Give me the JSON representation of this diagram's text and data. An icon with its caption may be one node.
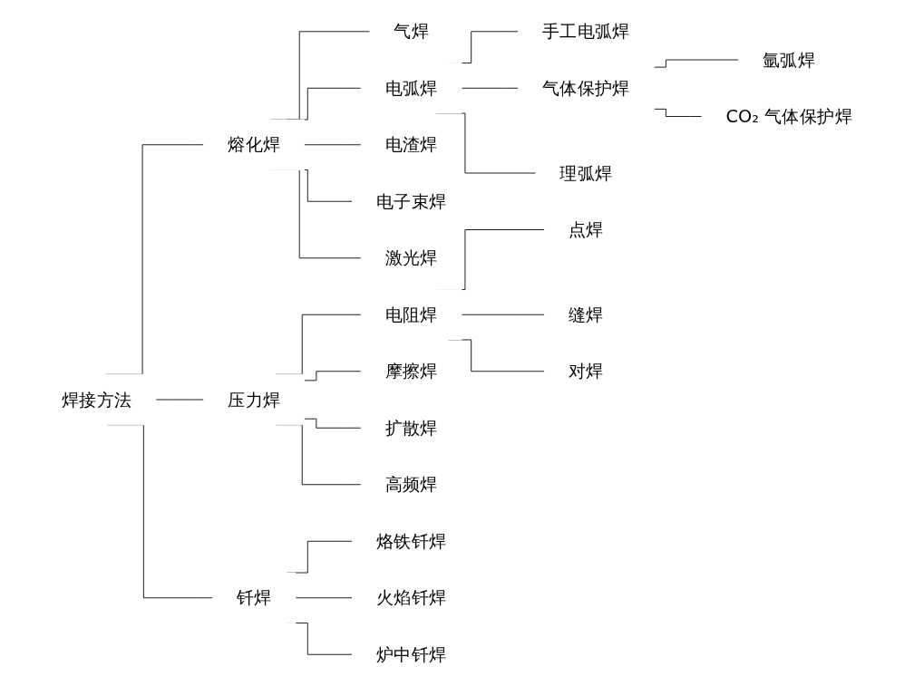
{
  "diagram": {
    "nodes": [
      {
        "text": [
          "焊接方法"
        ]
      },
      {
        "text": [
          "熔化焊"
        ]
      },
      {
        "text": [
          "气焊"
        ]
      },
      {
        "text": [
          "电弧焊"
        ]
      },
      {
        "text": [
          "手工电弧焊"
        ]
      },
      {
        "text": [
          "气体保护焊"
        ]
      },
      {
        "text": [
          "氩弧焊"
        ]
      },
      {
        "text": [
          "CO₂ 气体保护焊"
        ]
      },
      {
        "text": [
          "理弧焊"
        ]
      },
      {
        "text": [
          "电渣焊"
        ]
      },
      {
        "text": [
          "电子束焊"
        ]
      },
      {
        "text": [
          "激光焊"
        ]
      },
      {
        "text": [
          "压力焊"
        ]
      },
      {
        "text": [
          "电阻焊"
        ]
      },
      {
        "text": [
          "点焊"
        ]
      },
      {
        "text": [
          "缝焊"
        ]
      },
      {
        "text": [
          "对焊"
        ]
      },
      {
        "text": [
          "摩擦焊"
        ]
      },
      {
        "text": [
          "扩散焊"
        ]
      },
      {
        "text": [
          "高频焊"
        ]
      },
      {
        "text": [
          "钎焊"
        ]
      },
      {
        "text": [
          "烙铁钎焊"
        ]
      },
      {
        "text": [
          "火焰钎焊"
        ]
      },
      {
        "text": [
          "炉中钎焊"
        ]
      }
    ],
    "edges": [
      {
        "from": 0,
        "to": 1,
        "arrow": "none"
      },
      {
        "from": 1,
        "to": 2,
        "arrow": "none"
      },
      {
        "from": 1,
        "to": 3,
        "arrow": "none"
      },
      {
        "from": 3,
        "to": 4,
        "arrow": "none"
      },
      {
        "from": 3,
        "to": 5,
        "arrow": "none"
      },
      {
        "from": 5,
        "to": 6,
        "arrow": "none"
      },
      {
        "from": 5,
        "to": 7,
        "arrow": "none"
      },
      {
        "from": 3,
        "to": 8,
        "arrow": "none"
      },
      {
        "from": 1,
        "to": 9,
        "arrow": "none"
      },
      {
        "from": 1,
        "to": 10,
        "arrow": "none"
      },
      {
        "from": 1,
        "to": 11,
        "arrow": "none"
      },
      {
        "from": 0,
        "to": 12,
        "arrow": "none"
      },
      {
        "from": 12,
        "to": 13,
        "arrow": "none"
      },
      {
        "from": 13,
        "to": 14,
        "arrow": "none"
      },
      {
        "from": 13,
        "to": 15,
        "arrow": "none"
      },
      {
        "from": 13,
        "to": 16,
        "arrow": "none"
      },
      {
        "from": 12,
        "to": 17,
        "arrow": "none"
      },
      {
        "from": 12,
        "to": 18,
        "arrow": "none"
      },
      {
        "from": 12,
        "to": 19,
        "arrow": "none"
      },
      {
        "from": 0,
        "to": 20,
        "arrow": "none"
      },
      {
        "from": 20,
        "to": 21,
        "arrow": "none"
      },
      {
        "from": 20,
        "to": 22,
        "arrow": "none"
      },
      {
        "from": 20,
        "to": 23,
        "arrow": "none"
      }
    ]
  }
}
